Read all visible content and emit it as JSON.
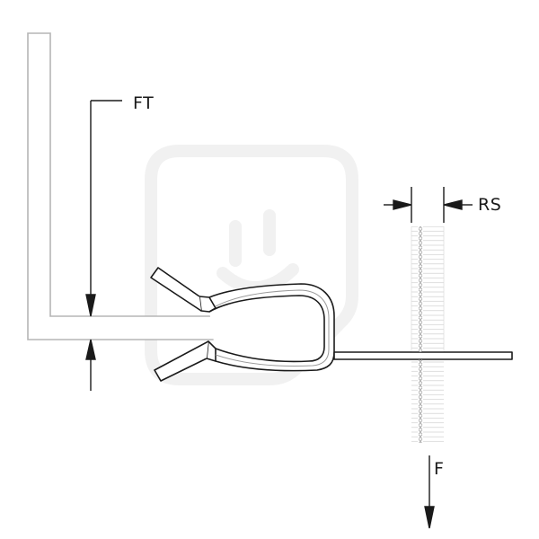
{
  "labels": {
    "flange_thickness": "FT",
    "rod_size": "RS",
    "force": "F"
  },
  "colors": {
    "clip_stroke": "#1a1a1a",
    "clip_inner_stroke": "#9a9a9a",
    "beam_stroke": "#b5b5b5",
    "rod_stroke": "#b0b0b0",
    "arrow_stroke": "#1a1a1a",
    "watermark": "#f1f1f1"
  },
  "icons": {
    "watermark": "smiley-watermark-icon",
    "arrows": [
      "ft-arrow-down-icon",
      "ft-arrow-up-icon",
      "rs-arrow-right-icon",
      "rs-arrow-left-icon",
      "force-arrow-down-icon"
    ]
  }
}
